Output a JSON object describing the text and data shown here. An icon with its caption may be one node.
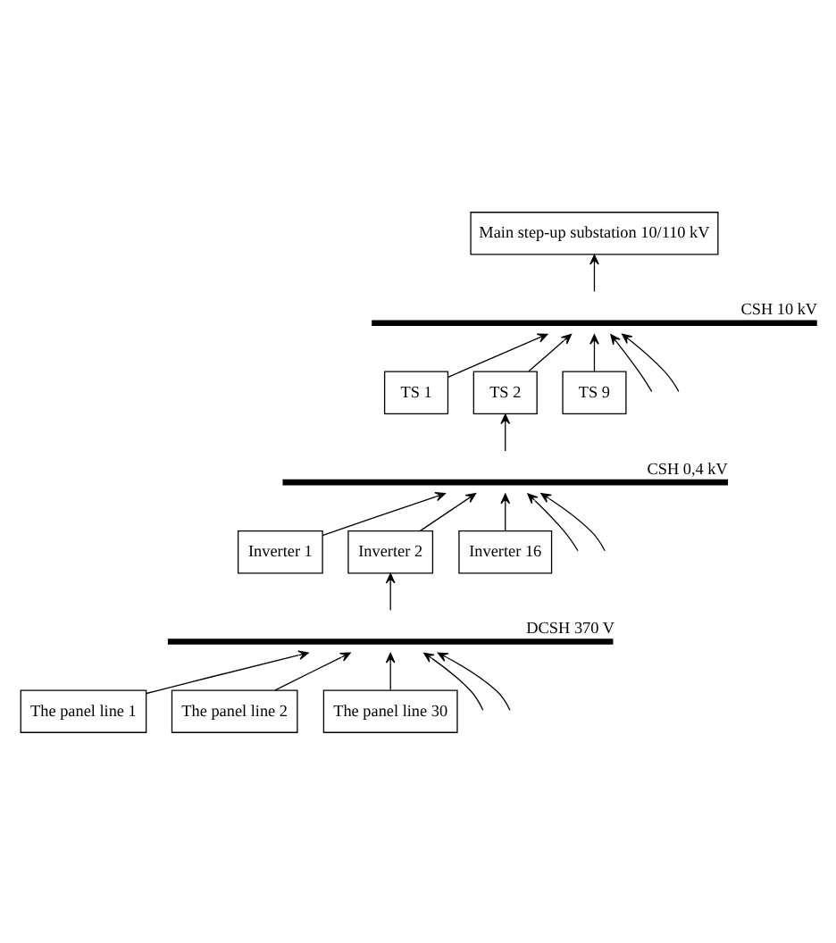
{
  "diagram": {
    "nodes": [
      {
        "text": [
          "Main step-up substation 10/110 kV"
        ]
      },
      {
        "text": [
          "CSH 10 kV"
        ]
      },
      {
        "text": [
          "TS 1"
        ]
      },
      {
        "text": [
          "TS 2"
        ]
      },
      {
        "text": [
          "TS 9"
        ]
      },
      {
        "text": [
          "CSH 0,4 kV"
        ]
      },
      {
        "text": [
          "Inverter 1"
        ]
      },
      {
        "text": [
          "Inverter 2"
        ]
      },
      {
        "text": [
          "Inverter 16"
        ]
      },
      {
        "text": [
          "DCSH 370 V"
        ]
      },
      {
        "text": [
          "The panel line 1"
        ]
      },
      {
        "text": [
          "The panel line 2"
        ]
      },
      {
        "text": [
          "The panel line 30"
        ]
      }
    ],
    "edges": [
      {
        "from": 1,
        "to": 0,
        "arrow": "to"
      },
      {
        "from": 2,
        "to": 1,
        "arrow": "to"
      },
      {
        "from": 3,
        "to": 1,
        "arrow": "to"
      },
      {
        "from": null,
        "to": 1,
        "arrow": "to"
      },
      {
        "from": null,
        "to": 1,
        "arrow": "to"
      },
      {
        "from": 4,
        "to": 1,
        "arrow": "to"
      },
      {
        "from": 5,
        "to": 3,
        "arrow": "to"
      },
      {
        "from": 6,
        "to": 5,
        "arrow": "to"
      },
      {
        "from": 7,
        "to": 5,
        "arrow": "to"
      },
      {
        "from": null,
        "to": 5,
        "arrow": "to"
      },
      {
        "from": null,
        "to": 5,
        "arrow": "to"
      },
      {
        "from": 8,
        "to": 5,
        "arrow": "to"
      },
      {
        "from": 9,
        "to": 7,
        "arrow": "to"
      },
      {
        "from": 10,
        "to": 9,
        "arrow": "to"
      },
      {
        "from": 11,
        "to": 9,
        "arrow": "to"
      },
      {
        "from": null,
        "to": 9,
        "arrow": "to"
      },
      {
        "from": null,
        "to": 9,
        "arrow": "to"
      },
      {
        "from": 12,
        "to": 9,
        "arrow": "to"
      }
    ]
  }
}
